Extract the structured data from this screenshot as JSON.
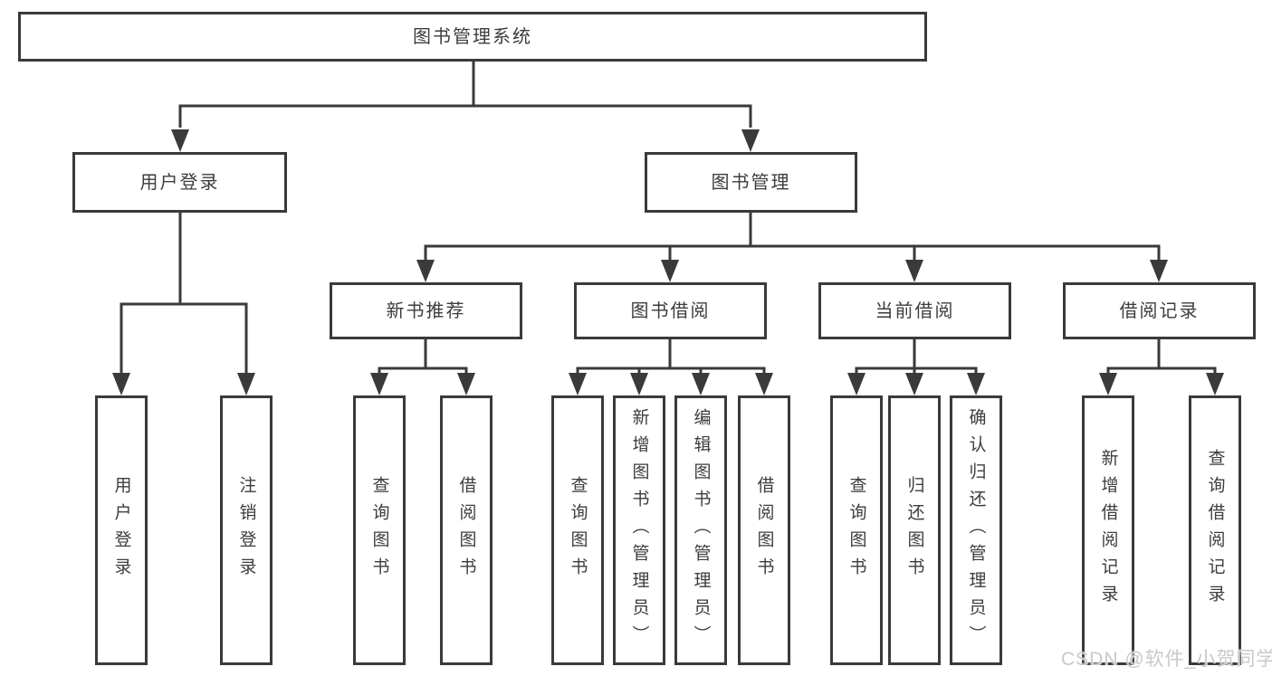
{
  "tree": {
    "label": "图书管理系统",
    "children": [
      {
        "label": "用户登录",
        "children": [
          {
            "label": "用户登录"
          },
          {
            "label": "注销登录"
          }
        ]
      },
      {
        "label": "图书管理",
        "children": [
          {
            "label": "新书推荐",
            "children": [
              {
                "label": "查询图书"
              },
              {
                "label": "借阅图书"
              }
            ]
          },
          {
            "label": "图书借阅",
            "children": [
              {
                "label": "查询图书"
              },
              {
                "label": "新增图书（管理员）"
              },
              {
                "label": "编辑图书（管理员）"
              },
              {
                "label": "借阅图书"
              }
            ]
          },
          {
            "label": "当前借阅",
            "children": [
              {
                "label": "查询图书"
              },
              {
                "label": "归还图书"
              },
              {
                "label": "确认归还（管理员）"
              }
            ]
          },
          {
            "label": "借阅记录",
            "children": [
              {
                "label": "新增借阅记录"
              },
              {
                "label": "查询借阅记录"
              }
            ]
          }
        ]
      }
    ]
  },
  "watermark": {
    "text": "CSDN @软件_小贺同学"
  },
  "colors": {
    "line": "#3a3a3c",
    "text": "#3d3d3f",
    "background": "#ffffff",
    "watermark": "#c9c9c9"
  }
}
